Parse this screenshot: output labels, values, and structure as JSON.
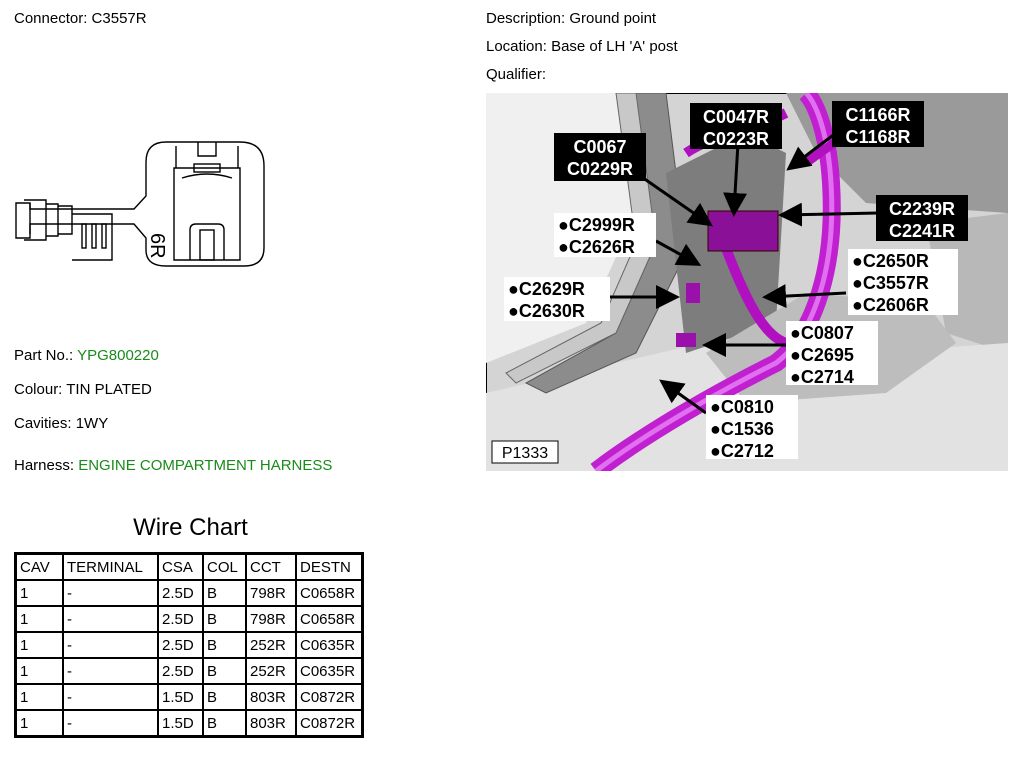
{
  "connector": {
    "label": "Connector:",
    "value": "C3557R"
  },
  "description": {
    "label": "Description:",
    "value": "Ground point"
  },
  "location": {
    "label": "Location:",
    "value": "Base of LH 'A' post"
  },
  "qualifier": {
    "label": "Qualifier:",
    "value": ""
  },
  "part_no": {
    "label": "Part No.:",
    "value": "YPG800220"
  },
  "colour": {
    "label": "Colour:",
    "value": "TIN PLATED"
  },
  "cavities": {
    "label": "Cavities:",
    "value": "1WY"
  },
  "harness": {
    "label": "Harness:",
    "value": "ENGINE COMPARTMENT HARNESS"
  },
  "connector_drawing_text": "6R",
  "wire_chart": {
    "title": "Wire Chart",
    "columns": [
      "CAV",
      "TERMINAL",
      "CSA",
      "COL",
      "CCT",
      "DESTN"
    ],
    "rows": [
      [
        "1",
        "-",
        "2.5D",
        "B",
        "798R",
        "C0658R"
      ],
      [
        "1",
        "-",
        "2.5D",
        "B",
        "798R",
        "C0658R"
      ],
      [
        "1",
        "-",
        "2.5D",
        "B",
        "252R",
        "C0635R"
      ],
      [
        "1",
        "-",
        "2.5D",
        "B",
        "252R",
        "C0635R"
      ],
      [
        "1",
        "-",
        "1.5D",
        "B",
        "803R",
        "C0872R"
      ],
      [
        "1",
        "-",
        "1.5D",
        "B",
        "803R",
        "C0872R"
      ]
    ]
  },
  "photo": {
    "ref": "P1333",
    "labels": {
      "c0067": [
        "C0067",
        "C0229R"
      ],
      "c0047": [
        "C0047R",
        "C0223R"
      ],
      "c1166": [
        "C1166R",
        "C1168R"
      ],
      "c2239": [
        "C2239R",
        "C2241R"
      ],
      "c2999": [
        "C2999R",
        "C2626R"
      ],
      "c2629": [
        "C2629R",
        "C2630R"
      ],
      "c2650": [
        "C2650R",
        "C3557R",
        "C2606R"
      ],
      "c0807": [
        "C0807",
        "C2695",
        "C2714"
      ],
      "c0810": [
        "C0810",
        "C1536",
        "C2712"
      ]
    }
  },
  "colors": {
    "harness_green": "#1a8a1a",
    "harness_tube": "#c020d0"
  }
}
